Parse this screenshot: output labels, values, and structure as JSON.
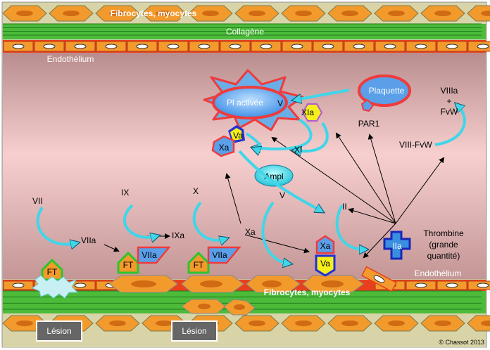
{
  "layers": {
    "top_cells": "Fibrocytes, myocytes",
    "collagen": "Collagène",
    "endothelium_top": "Endothélium",
    "endothelium_bottom": "Endothélium",
    "bottom_cells": "Fibrocytes, myocytes"
  },
  "platelets": {
    "activated": "Pl activée",
    "platelet": "Plaquette",
    "par1": "PAR1"
  },
  "factors": {
    "v_top": "V",
    "xia": "XIa",
    "va_top": "Va",
    "xa_top": "Xa",
    "xi": "XI",
    "ampl": "Ampl",
    "viii_fvw": "VIII-FvW",
    "viiia_line1": "VIIIa",
    "viiia_plus": "+",
    "viiia_line3": "FvW",
    "vii": "VII",
    "viia_free": "VIIa",
    "ix": "IX",
    "ixa": "IXa",
    "x": "X",
    "xa_mid": "Xa",
    "v_mid": "V",
    "ii": "II",
    "xa_complex": "Xa",
    "va_complex": "Va",
    "ft1": "FT",
    "ft2": "FT",
    "viia2": "VIIa",
    "ft3": "FT",
    "viia3": "VIIa",
    "iia": "IIa"
  },
  "thrombin": {
    "line1": "Thrombine",
    "line2": "(grande",
    "line3": "quantité)"
  },
  "lesions": [
    "Lésion",
    "Lésion"
  ],
  "copyright": "© Chassot 2013"
}
